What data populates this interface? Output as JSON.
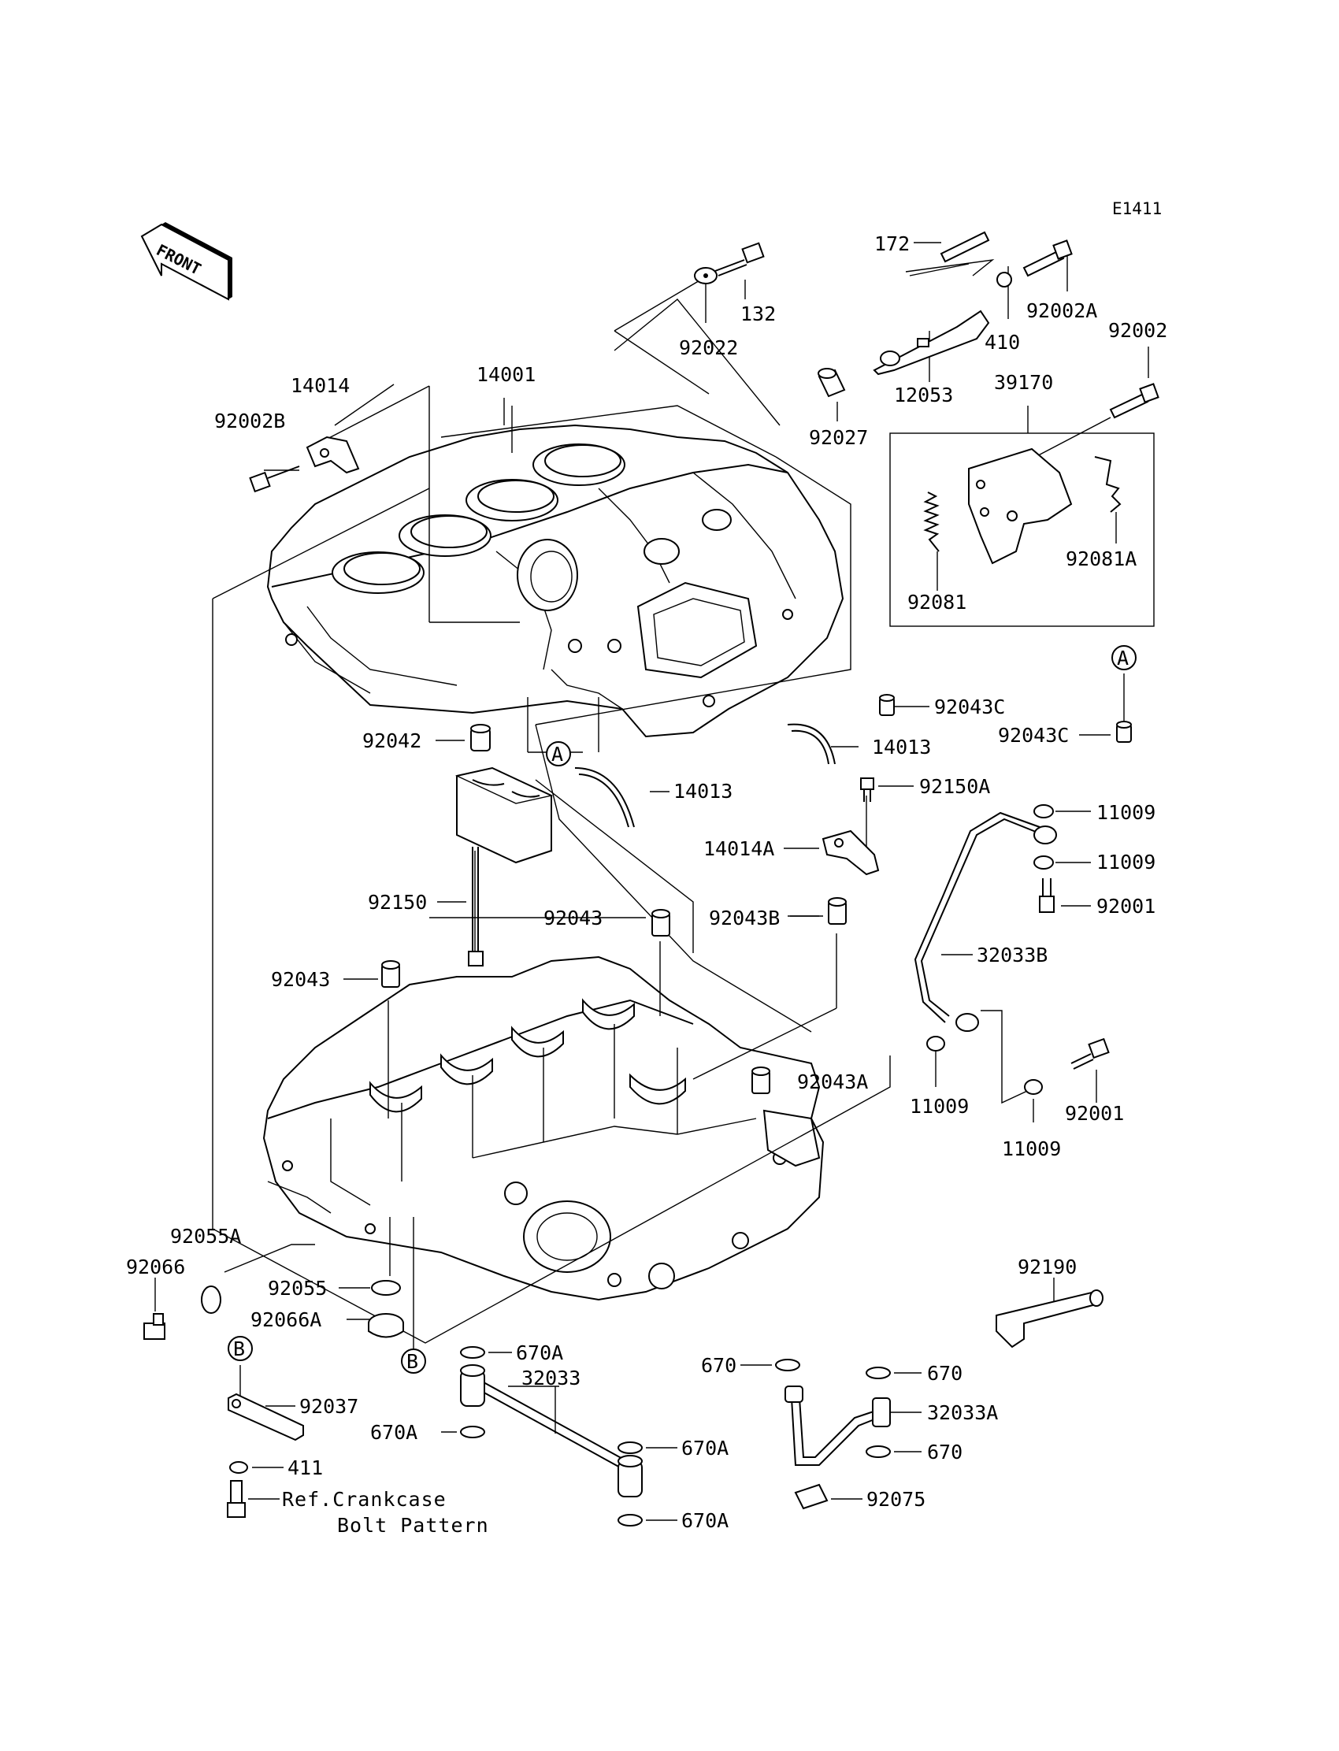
{
  "diagram_code": "E1411",
  "front_label": "FRONT",
  "ref_note": [
    "Ref.Crankcase",
    "Bolt Pattern"
  ],
  "callouts": [
    "A",
    "B"
  ],
  "labels": {
    "p172": "172",
    "p132": "132",
    "p92022": "92022",
    "p92002A": "92002A",
    "p410": "410",
    "p92002": "92002",
    "p12053": "12053",
    "p92027": "92027",
    "p39170": "39170",
    "p14014": "14014",
    "p14001": "14001",
    "p92002B": "92002B",
    "p92081A": "92081A",
    "p92081": "92081",
    "p92043C_top": "92043C",
    "p92043C_right": "92043C",
    "p92042": "92042",
    "p14013_right": "14013",
    "p14013_left": "14013",
    "p92150A": "92150A",
    "p11009_a": "11009",
    "p11009_b": "11009",
    "p14014A": "14014A",
    "p92001_a": "92001",
    "p92150": "92150",
    "p92043_mid": "92043",
    "p92043B": "92043B",
    "p32033B": "32033B",
    "p92043_left": "92043",
    "p92043A": "92043A",
    "p92001_b": "92001",
    "p11009_c": "11009",
    "p11009_d": "11009",
    "p92055A": "92055A",
    "p92066": "92066",
    "p92055": "92055",
    "p92066A": "92066A",
    "p92190": "92190",
    "p670A_a": "670A",
    "p32033": "32033",
    "p670_a": "670",
    "p670_b": "670",
    "p32033A": "32033A",
    "p670A_b": "670A",
    "p670A_c": "670A",
    "p670_c": "670",
    "p92037": "92037",
    "p411": "411",
    "p92075": "92075",
    "p670A_d": "670A"
  }
}
